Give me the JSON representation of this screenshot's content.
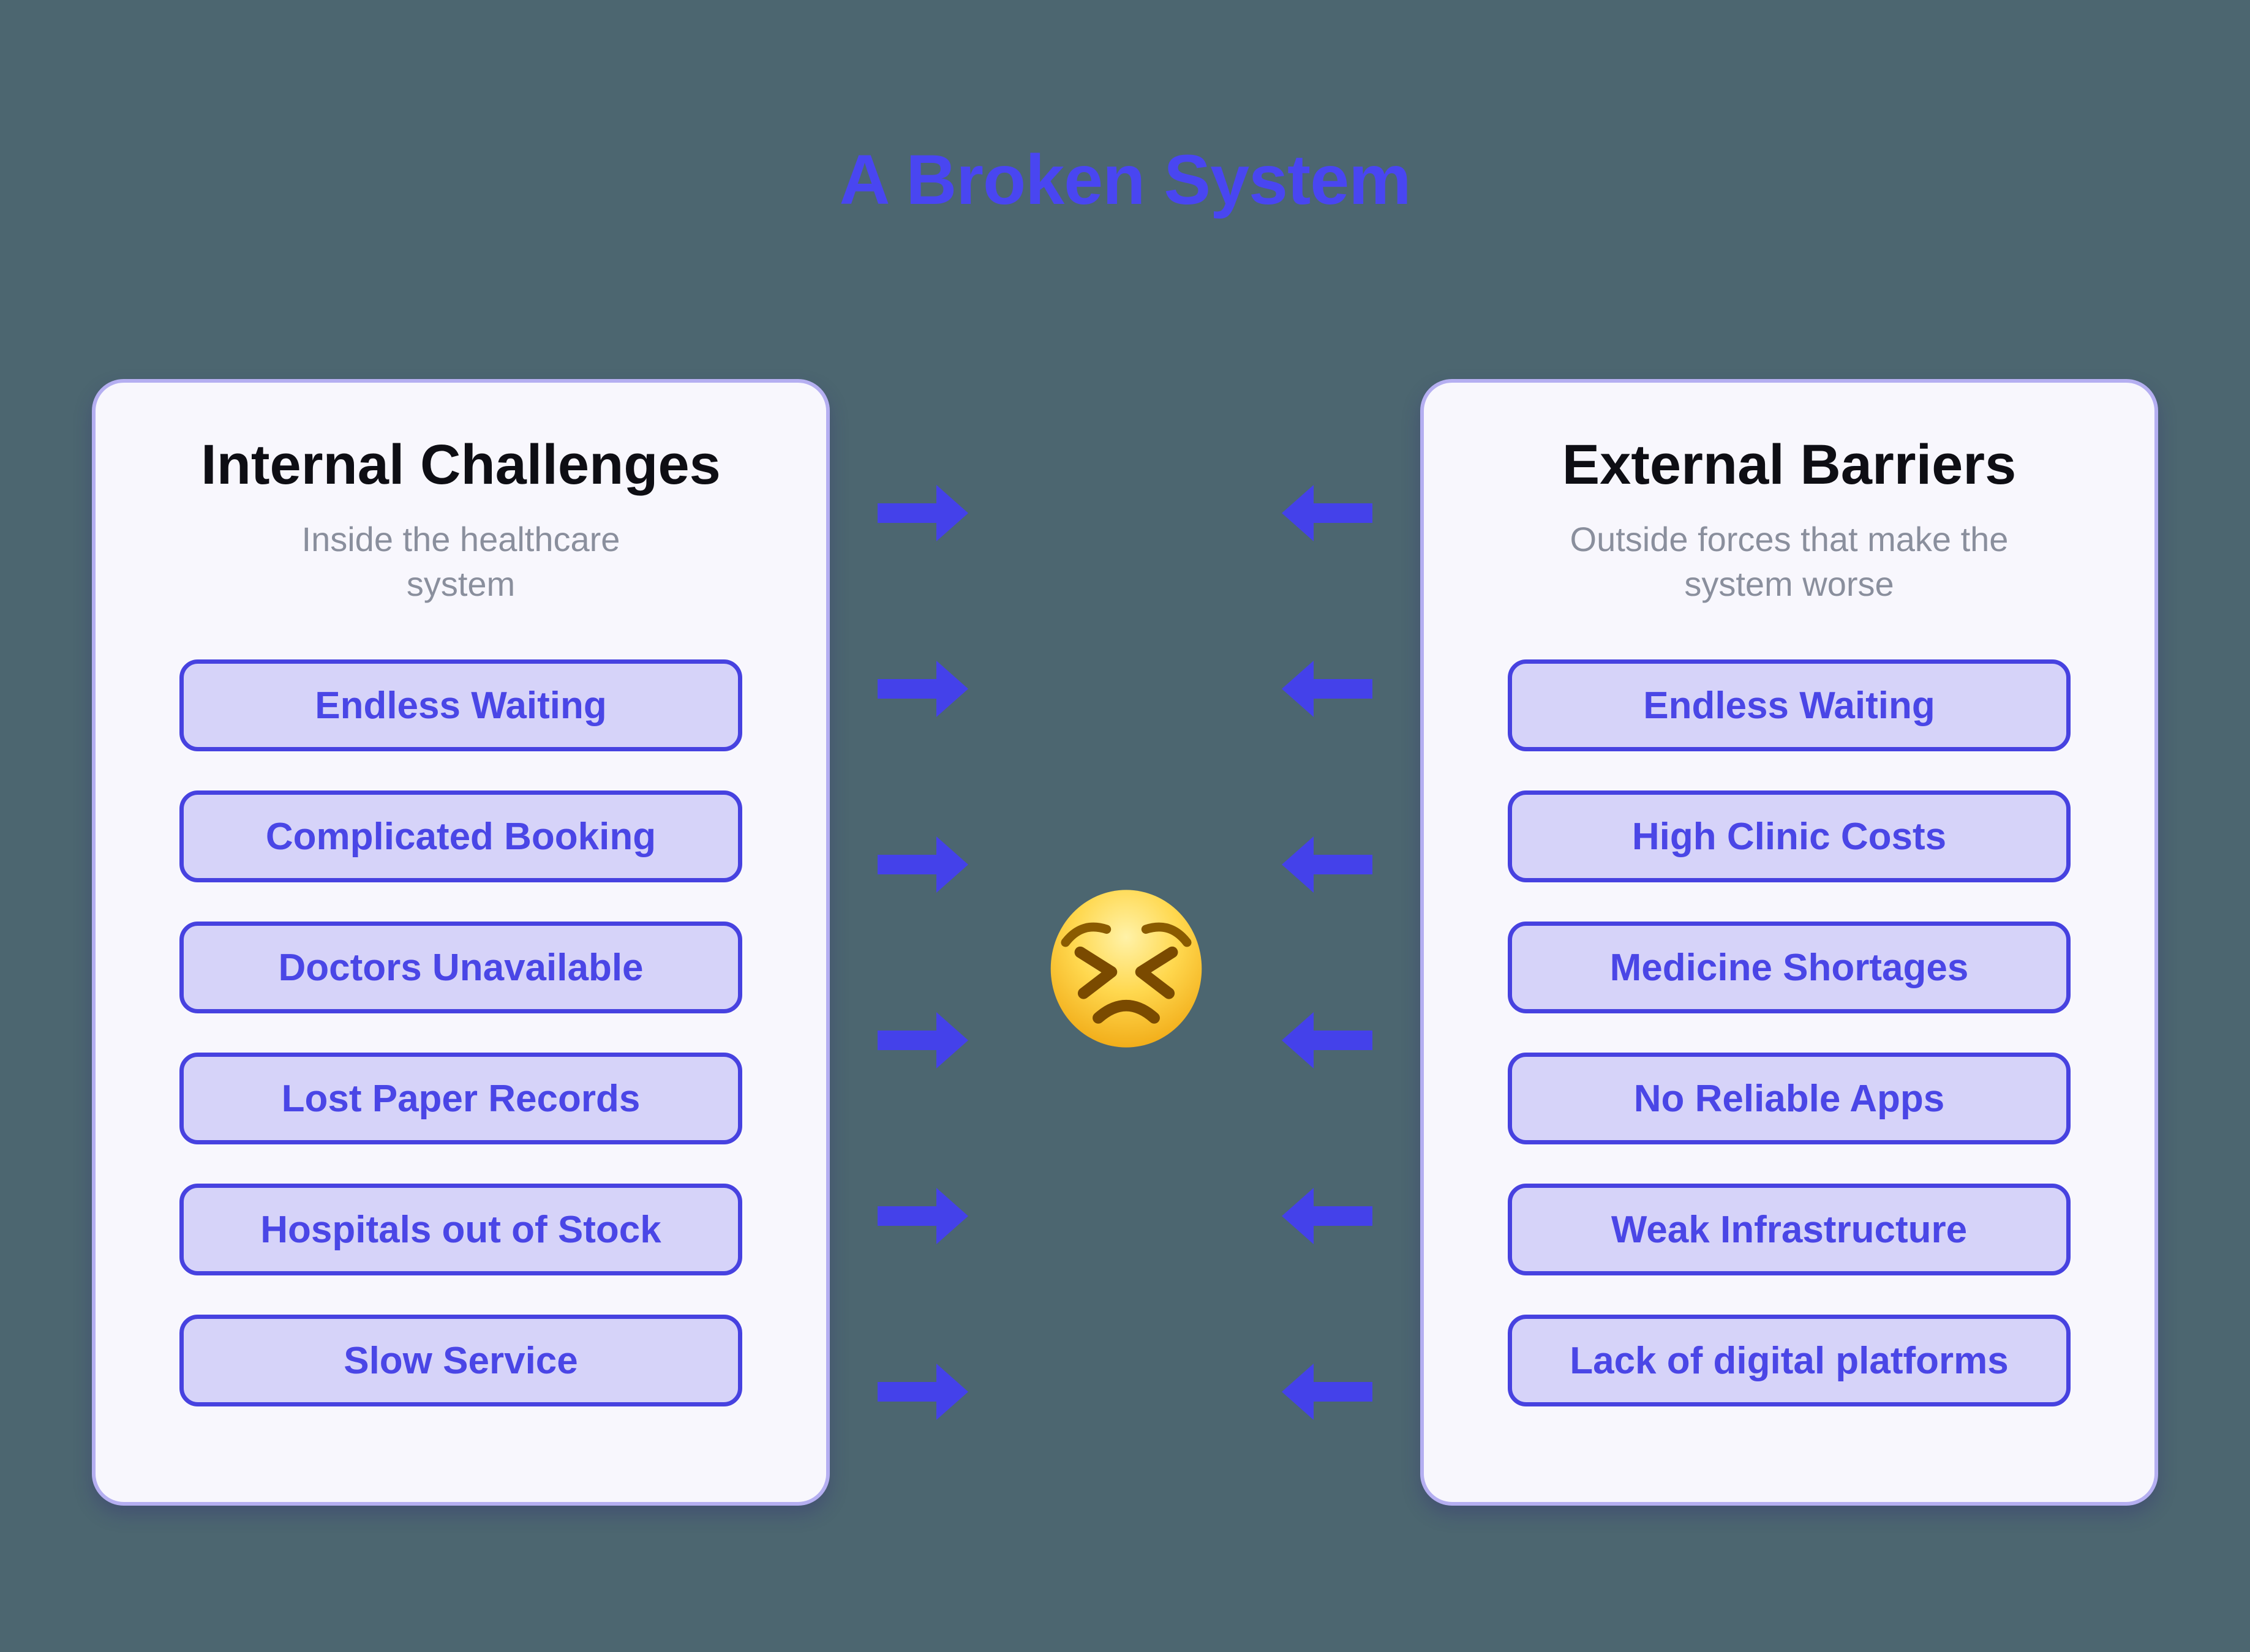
{
  "title": "A Broken System",
  "colors": {
    "background": "#4C6670",
    "panel_bg": "#F8F7FD",
    "panel_border": "#B5AFF1",
    "heading_text": "#0E0E14",
    "subtitle_text": "#8A8F9D",
    "title_text": "#4946F1",
    "item_bg": "#D6D3F9",
    "item_border": "#4742E0",
    "item_text": "#4A46E6",
    "arrow": "#4441EA"
  },
  "left_panel": {
    "title": "Internal Challenges",
    "subtitle": "Inside the healthcare system",
    "items": [
      "Endless Waiting",
      "Complicated Booking",
      "Doctors Unavailable",
      "Lost Paper Records",
      "Hospitals out of Stock",
      "Slow Service"
    ]
  },
  "right_panel": {
    "title": "External Barriers",
    "subtitle": "Outside forces that make the system worse",
    "items": [
      "Endless Waiting",
      "High Clinic Costs",
      "Medicine Shortages",
      "No Reliable Apps",
      "Weak Infrastructure",
      "Lack of digital platforms"
    ]
  },
  "center": {
    "emoji": "😣",
    "emoji_name": "persevering-face"
  },
  "arrows": {
    "per_side": 6,
    "left_column_direction": "right",
    "right_column_direction": "left"
  }
}
